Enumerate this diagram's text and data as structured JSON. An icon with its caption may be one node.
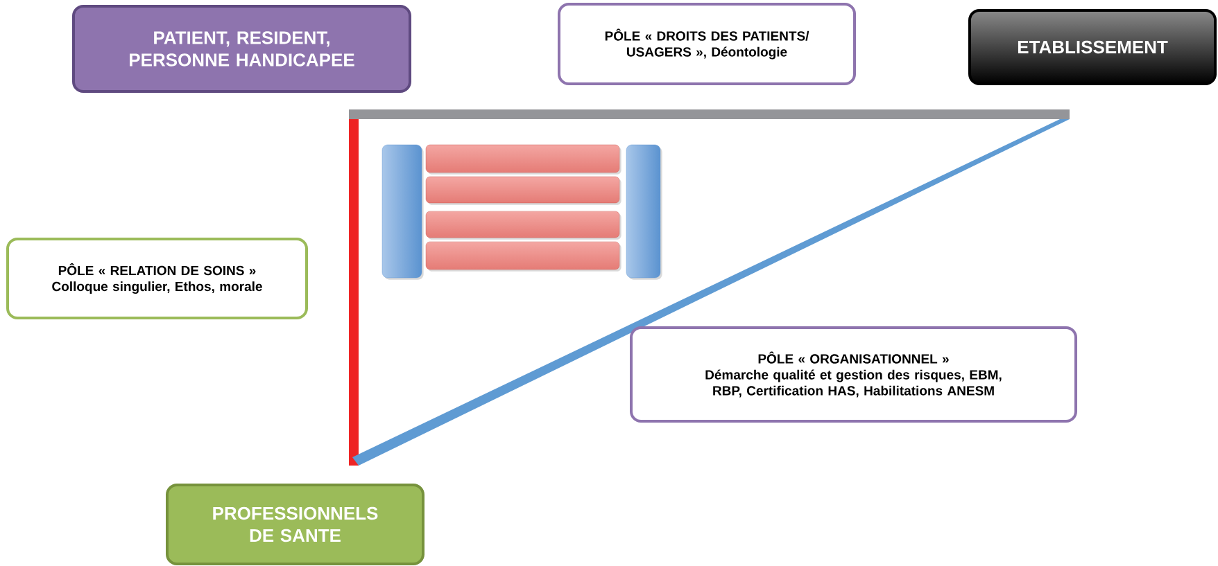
{
  "diagram": {
    "nodes": [
      {
        "text": [
          "PATIENT, RESIDENT, PERSONNE HANDICAPEE"
        ]
      },
      {
        "text": [
          "PÔLE « DROITS DES PATIENTS/ USAGERS », Déontologie"
        ]
      },
      {
        "text": [
          "ETABLISSEMENT"
        ]
      },
      {
        "text": [
          "PÔLE « RELATION DE SOINS »",
          "Colloque singulier, Ethos, morale"
        ]
      },
      {
        "text": [
          "PÔLE « ORGANISATIONNEL »",
          "Démarche qualité et gestion des risques, EBM, RBP, Certification HAS, Habilitations ANESM"
        ]
      },
      {
        "text": [
          "PROFESSIONNELS DE SANTE"
        ]
      }
    ]
  }
}
